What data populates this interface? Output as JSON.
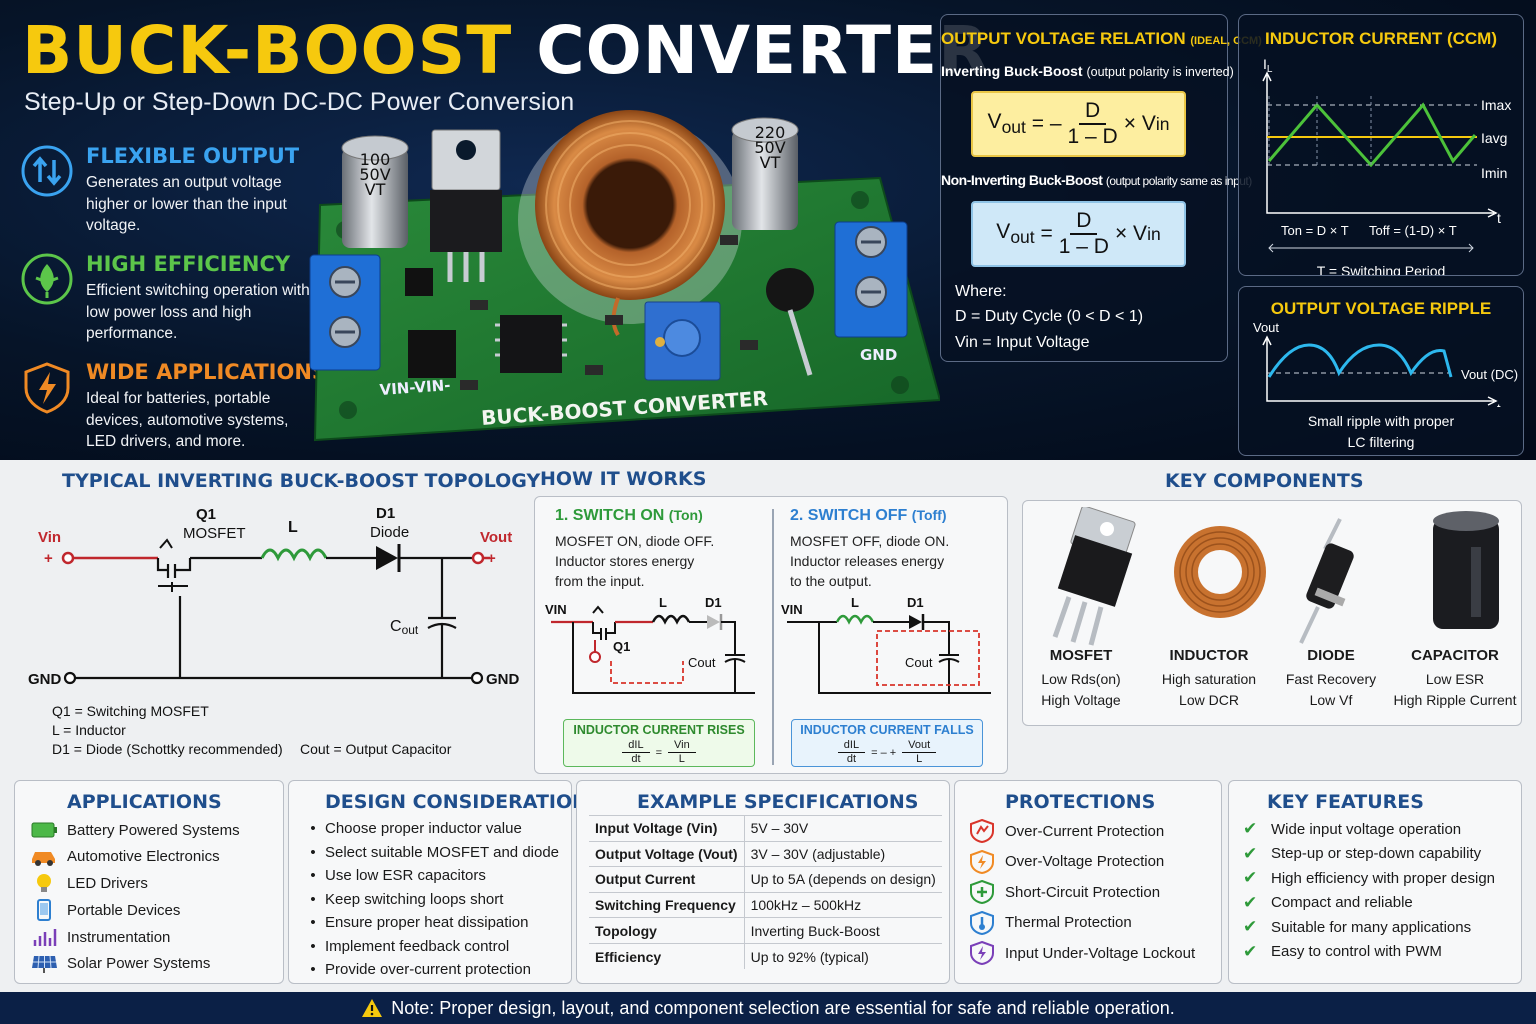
{
  "header": {
    "title_part1": "BUCK-BOOST",
    "title_part2": "CONVERTER",
    "subtitle": "Step-Up or Step-Down DC-DC Power Conversion"
  },
  "features": [
    {
      "icon": "up-down-arrows-icon",
      "title": "FLEXIBLE OUTPUT",
      "text": "Generates an output voltage higher or lower than the input voltage.",
      "color": "#3aa3f0"
    },
    {
      "icon": "leaf-icon",
      "title": "HIGH EFFICIENCY",
      "text": "Efficient switching operation with low power loss and high performance.",
      "color": "#5cc64a"
    },
    {
      "icon": "lightning-shield-icon",
      "title": "WIDE APPLICATIONS",
      "text": "Ideal for batteries, portable devices, automotive systems, LED drivers, and more.",
      "color": "#f08a24"
    }
  ],
  "board": {
    "cap1": [
      "100",
      "50V",
      "VT"
    ],
    "cap2": [
      "220",
      "50V",
      "VT"
    ],
    "silk_label": "BUCK-BOOST CONVERTER",
    "vin_label": "VIN-VIN-",
    "gnd_label": "GND"
  },
  "formula": {
    "title": "OUTPUT VOLTAGE RELATION",
    "title_note": "(IDEAL, CCM)",
    "inv_label": "Inverting Buck-Boost",
    "inv_note": "(output polarity is inverted)",
    "noninv_label": "Non-Inverting Buck-Boost",
    "noninv_note": "(output polarity same as input)",
    "vout": "V",
    "vout_sub": "out",
    "num": "D",
    "den": "1 – D",
    "times": "× V",
    "vin_sub": "in",
    "eq_inv": "= –",
    "eq": "=",
    "where": "Where:",
    "def_d": "D  =  Duty Cycle (0 < D < 1)",
    "def_vin": "Vin  =  Input Voltage"
  },
  "inductor_current": {
    "title": "INDUCTOR CURRENT (CCM)",
    "y_label": "I",
    "y_sub": "L",
    "imax": "Imax",
    "iavg": "Iavg",
    "imin": "Imin",
    "t": "t",
    "ton": "Ton = D × T",
    "toff": "Toff = (1-D) × T",
    "period": "T = Switching Period"
  },
  "ripple": {
    "title": "OUTPUT VOLTAGE RIPPLE",
    "y_label": "Vout",
    "dc_label": "Vout (DC)",
    "t": "t",
    "caption_1": "Small ripple with proper",
    "caption_2": "LC filtering"
  },
  "topology": {
    "title": "TYPICAL INVERTING BUCK-BOOST TOPOLOGY",
    "vin": "Vin",
    "vout": "Vout",
    "plus": "+",
    "q1": "Q1",
    "mosfet": "MOSFET",
    "l": "L",
    "d1": "D1",
    "diode": "Diode",
    "cout": "C",
    "cout_sub": "out",
    "gnd": "GND",
    "legend": [
      "Q1 = Switching MOSFET",
      "L = Inductor",
      "D1 = Diode (Schottky recommended)"
    ],
    "legend_cout": "Cout = Output Capacitor"
  },
  "how": {
    "title": "HOW IT WORKS",
    "on_title": "1. SWITCH ON",
    "on_paren": "(Ton)",
    "on_text": [
      "MOSFET ON, diode OFF.",
      "Inductor stores energy",
      "from the input."
    ],
    "off_title": "2. SWITCH OFF",
    "off_paren": "(Toff)",
    "off_text": [
      "MOSFET OFF, diode ON.",
      "Inductor releases energy",
      "to the output."
    ],
    "vin": "VIN",
    "l": "L",
    "d1": "D1",
    "q1": "Q1",
    "cout": "Cout",
    "rise": "INDUCTOR CURRENT RISES",
    "fall": "INDUCTOR CURRENT FALLS",
    "rise_eq_num": "dIL",
    "rise_eq_den": "dt",
    "rise_rhs_num": "Vin",
    "rise_rhs_den": "L",
    "fall_rhs_num": "Vout",
    "fall_rhs_den": "L",
    "eq": "=",
    "eq_neg": "= – +"
  },
  "components": {
    "title": "KEY COMPONENTS",
    "items": [
      {
        "name": "MOSFET",
        "l1": "Low Rds(on)",
        "l2": "High Voltage"
      },
      {
        "name": "INDUCTOR",
        "l1": "High saturation",
        "l2": "Low DCR"
      },
      {
        "name": "DIODE",
        "l1": "Fast Recovery",
        "l2": "Low Vf"
      },
      {
        "name": "CAPACITOR",
        "l1": "Low ESR",
        "l2": "High Ripple Current"
      }
    ]
  },
  "applications": {
    "title": "APPLICATIONS",
    "items": [
      {
        "label": "Battery Powered Systems",
        "icon": "battery-icon"
      },
      {
        "label": "Automotive Electronics",
        "icon": "car-icon"
      },
      {
        "label": "LED Drivers",
        "icon": "bulb-icon"
      },
      {
        "label": "Portable Devices",
        "icon": "phone-icon"
      },
      {
        "label": "Instrumentation",
        "icon": "signal-bars-icon"
      },
      {
        "label": "Solar Power Systems",
        "icon": "solar-panel-icon"
      }
    ]
  },
  "design": {
    "title": "DESIGN CONSIDERATIONS",
    "items": [
      "Choose proper inductor value",
      "Select suitable MOSFET and diode",
      "Use low ESR capacitors",
      "Keep switching loops short",
      "Ensure proper heat dissipation",
      "Implement feedback control",
      "Provide over-current protection"
    ]
  },
  "specs": {
    "title": "EXAMPLE SPECIFICATIONS",
    "rows": [
      {
        "k": "Input Voltage (Vin)",
        "v": "5V – 30V"
      },
      {
        "k": "Output Voltage (Vout)",
        "v": "3V – 30V (adjustable)"
      },
      {
        "k": "Output Current",
        "v": "Up to 5A (depends on design)"
      },
      {
        "k": "Switching Frequency",
        "v": "100kHz – 500kHz"
      },
      {
        "k": "Topology",
        "v": "Inverting Buck-Boost"
      },
      {
        "k": "Efficiency",
        "v": "Up to 92% (typical)"
      }
    ]
  },
  "protections": {
    "title": "PROTECTIONS",
    "items": [
      {
        "label": "Over-Current Protection",
        "color": "#d9352b"
      },
      {
        "label": "Over-Voltage Protection",
        "color": "#f08a24"
      },
      {
        "label": "Short-Circuit Protection",
        "color": "#2e9a3a"
      },
      {
        "label": "Thermal Protection",
        "color": "#2d7fd0"
      },
      {
        "label": "Input Under-Voltage Lockout",
        "color": "#7a3fb8"
      }
    ]
  },
  "key_features": {
    "title": "KEY FEATURES",
    "items": [
      "Wide input voltage operation",
      "Step-up or step-down capability",
      "High efficiency with proper design",
      "Compact and reliable",
      "Suitable for many applications",
      "Easy to control with PWM"
    ]
  },
  "footer": {
    "note": "Note: Proper design, layout, and component selection are essential for safe and reliable operation."
  }
}
